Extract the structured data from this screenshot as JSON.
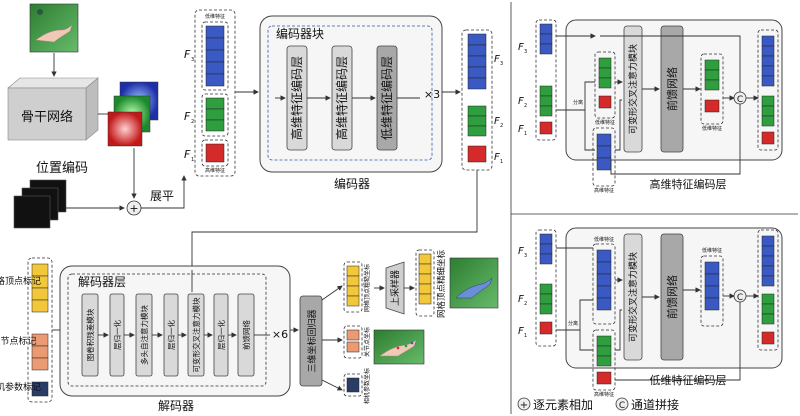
{
  "labels": {
    "backbone": "骨干网络",
    "pos_enc": "位置编码",
    "flatten": "展平",
    "encoder": "编码器",
    "encoder_block": "编码器块",
    "hi_enc_layer": "高维特征编码层",
    "lo_enc_layer": "低维特征编码层",
    "x3": "×3",
    "x6": "×6",
    "low_dim_feat": "低维特征",
    "high_dim_feat": "高维特征",
    "f3": "F",
    "f3_sub": "3",
    "f2_sub": "2",
    "f1_sub": "1",
    "split": "分离",
    "deformable_cross_attn": "可变形交叉注意力模块",
    "ffn": "前馈网络",
    "decoder": "解码器",
    "decoder_layer": "解码器层",
    "graph_conv": "图卷积残差模块",
    "layernorm": "层归一化",
    "mhsa": "多头自注意力模块",
    "ffn2": "前馈网络",
    "coord_regressor": "三维坐标回归器",
    "upsampler": "上采样器",
    "mesh_vertex_tokens": "网格顶点标记",
    "joint_tokens": "关节点标记",
    "camera_tokens": "相机参数标记",
    "coarse_mesh_coords": "网格顶点粗糙坐标",
    "fine_mesh_coords": "网格顶点精细坐标",
    "joint_coords": "关节点坐标",
    "camera_coords": "相机参数坐标",
    "add_legend": "逐元素相加",
    "concat_legend": "通道拼接",
    "plus_sym": "+",
    "c_sym": "C"
  },
  "colors": {
    "high": "#3a59c2",
    "mid": "#2e9e3e",
    "low": "#d42a2a",
    "mesh": "#f2c83a",
    "joint": "#ec9a72",
    "camera": "#2b3c66"
  }
}
